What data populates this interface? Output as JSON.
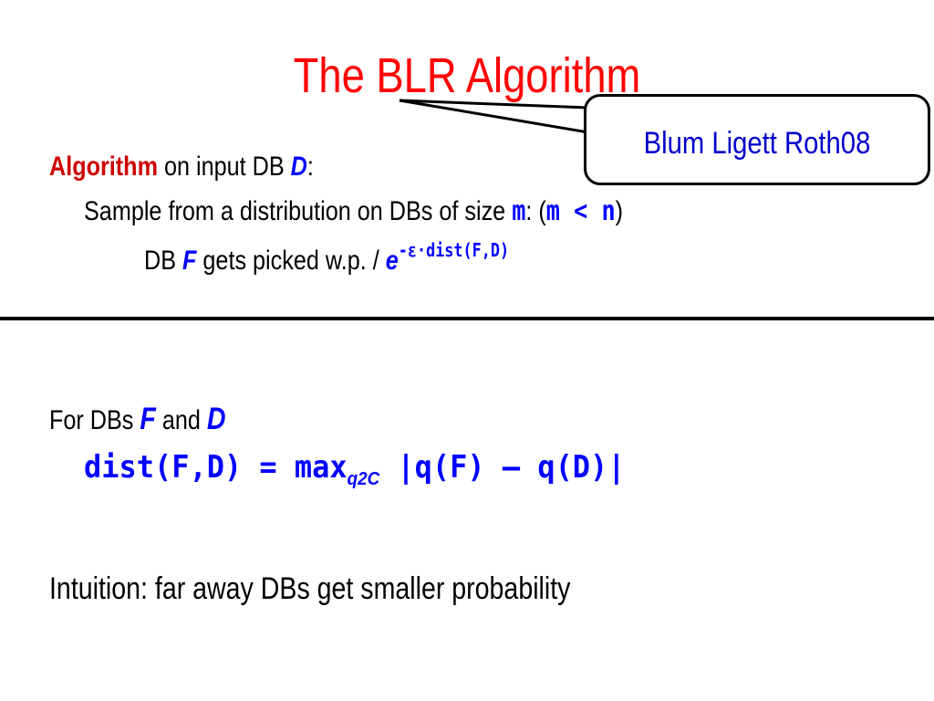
{
  "slide": {
    "title": "The BLR Algorithm",
    "callout": "Blum Ligett Roth08",
    "algorithm": {
      "keyword": "Algorithm",
      "on_input": " on input DB ",
      "db_var": "D",
      "colon": ":",
      "sample_text": "Sample from a distribution on DBs of size ",
      "m_var": "m",
      "m_colon": ": (",
      "condition": "m < n",
      "close_paren": ")",
      "db_label": "DB ",
      "f_var": "F",
      "picked_text": " gets picked w.p. / ",
      "e_var": "e",
      "exponent": "-ε·dist(F,D)"
    },
    "definition": {
      "for_text": "For DBs ",
      "f_var": "F",
      "and_text": " and ",
      "d_var": "D",
      "dist_lhs": "dist(F,D) = max",
      "dist_sub": "q2C",
      "dist_rhs": " |q(F) – q(D)|"
    },
    "intuition": "Intuition: far away DBs get smaller probability"
  }
}
